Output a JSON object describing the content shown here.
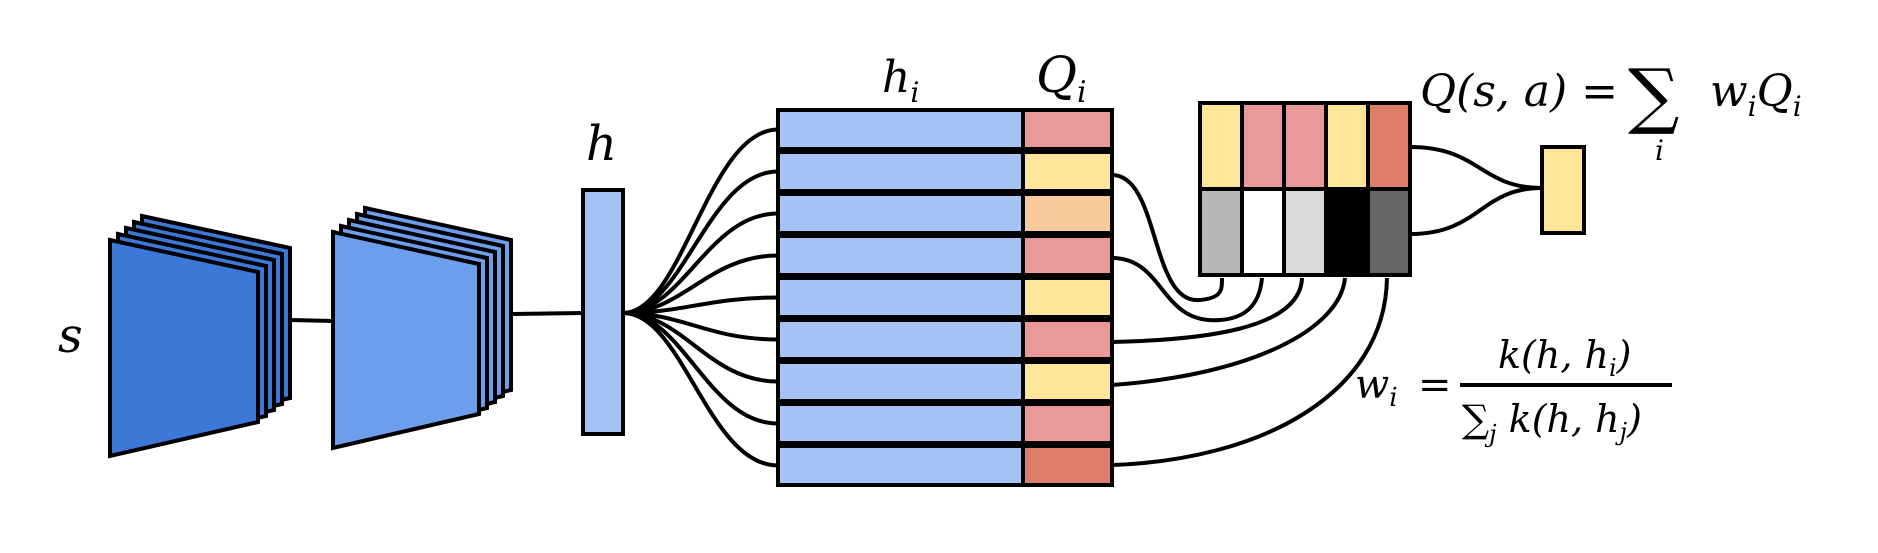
{
  "labels": {
    "input_state": "s",
    "embedding": "h",
    "memory_keys": "h",
    "memory_keys_sub": "i",
    "memory_values": "Q",
    "memory_values_sub": "i"
  },
  "equations": {
    "q_value": {
      "lhs": "Q(s, a) = ",
      "sum": "∑",
      "sum_index": "i",
      "term_w": "w",
      "term_w_sub": "i",
      "term_q": "Q",
      "term_q_sub": "i"
    },
    "weight": {
      "lhs": "w",
      "lhs_sub": "i",
      "equals": "=",
      "numerator_fn": "k(h, h",
      "numerator_sub": "i",
      "numerator_close": ")",
      "denominator_sum": "∑",
      "denominator_sum_index": "j",
      "denominator_fn": " k(h, h",
      "denominator_sub": "j",
      "denominator_close": ")"
    }
  },
  "colors": {
    "conv1": "#3d78d8",
    "conv2": "#6d9eeb",
    "embedding": "#a4c2f4",
    "keys": "#a4c2f4",
    "output": "#ffe599"
  },
  "memory_rows": [
    {
      "q_color": "#ea9999"
    },
    {
      "q_color": "#ffe599"
    },
    {
      "q_color": "#f9cb9c"
    },
    {
      "q_color": "#ea9999"
    },
    {
      "q_color": "#ffe599"
    },
    {
      "q_color": "#ea9999"
    },
    {
      "q_color": "#ffe599"
    },
    {
      "q_color": "#ea9999"
    },
    {
      "q_color": "#dd7e6b"
    }
  ],
  "nearest_neighbors": [
    {
      "q_color": "#ffe599",
      "weight_color": "#b7b7b7"
    },
    {
      "q_color": "#ea9999",
      "weight_color": "#ffffff"
    },
    {
      "q_color": "#ea9999",
      "weight_color": "#d9d9d9"
    },
    {
      "q_color": "#ffe599",
      "weight_color": "#000000"
    },
    {
      "q_color": "#dd7e6b",
      "weight_color": "#666666"
    }
  ]
}
